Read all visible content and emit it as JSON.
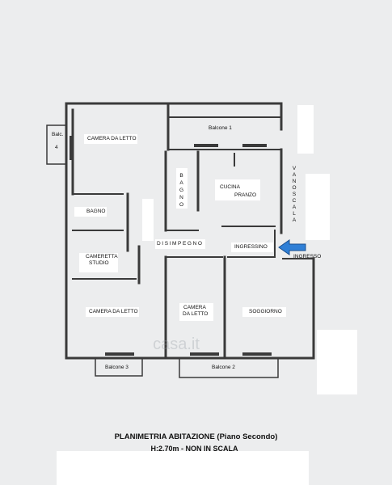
{
  "rooms": {
    "camera_nw": "CAMERA DA LETTO",
    "bagno_w": "BAGNO",
    "cameretta": "CAMERETTA",
    "studio": "STUDIO",
    "camera_sw": "CAMERA DA LETTO",
    "camera_mid_1": "CAMERA",
    "camera_mid_2": "DA LETTO",
    "bagno_vertical": "B A G N O",
    "cucina": "CUCINA",
    "pranzo": "PRANZO",
    "disimpegno": "DISIMPEGNO",
    "ingressino": "INGRESSINO",
    "soggiorno": "SOGGIORNO",
    "vano_scala": "V A N O S C A L A",
    "ingresso": "INGRESSO",
    "balc4_1": "Balc.",
    "balc4_2": "4",
    "balcone1": "Balcone 1",
    "balcone2": "Balcone 2",
    "balcone3": "Balcone 3"
  },
  "caption": {
    "title": "PLANIMETRIA ABITAZIONE  (Piano Secondo)",
    "subtitle": "H:2.70m   - NON IN SCALA"
  },
  "watermark": "casa.it",
  "colors": {
    "wall": "#3a3a3a",
    "paper": "#ecedee",
    "arrow": "#2f7fd6"
  }
}
